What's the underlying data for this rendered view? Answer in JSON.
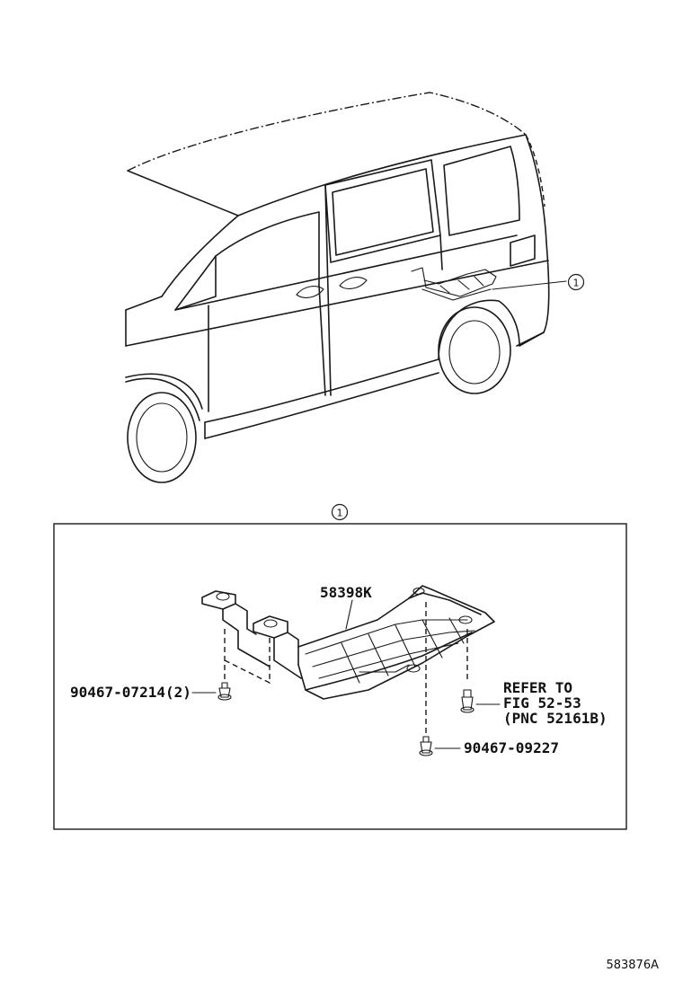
{
  "callout": {
    "number": "1"
  },
  "detail": {
    "callout_number": "1",
    "parts": [
      {
        "id": "part-58398k",
        "label": "58398K"
      },
      {
        "id": "part-90467-07214",
        "label": "90467-07214(2)"
      },
      {
        "id": "part-90467-09227",
        "label": "90467-09227"
      }
    ],
    "refer": {
      "line1": "REFER TO",
      "line2": "FIG 52-53",
      "line3": "(PNC 52161B)"
    }
  },
  "figure_code": "583876A"
}
